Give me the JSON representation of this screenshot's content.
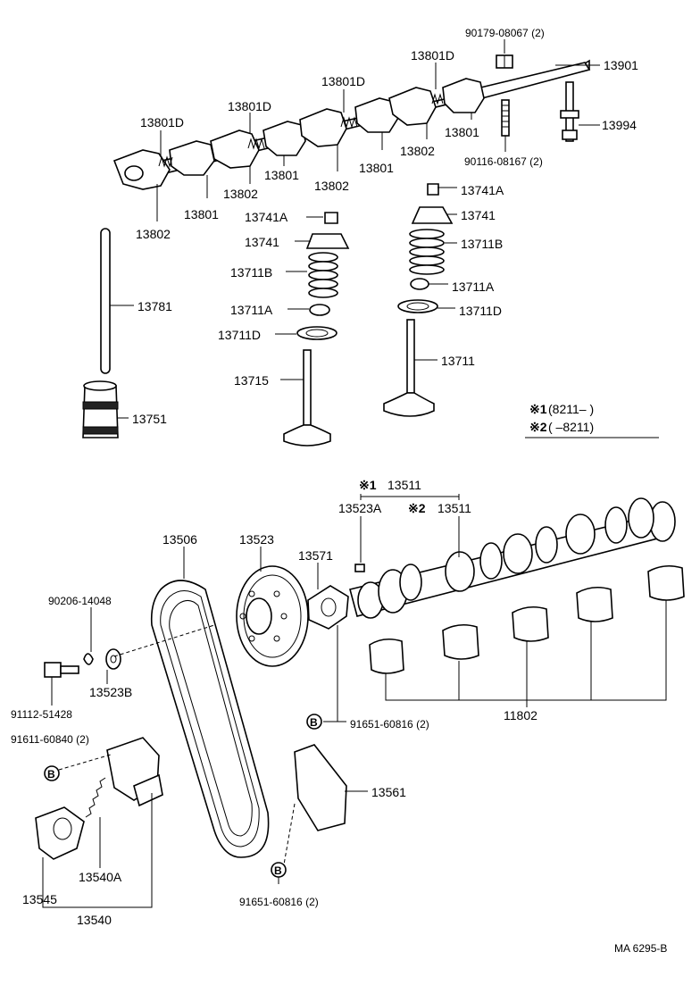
{
  "labels": {
    "p13901": "13901",
    "p90179": "90179-08067 (2)",
    "p13801D_a": "13801D",
    "p13801D_b": "13801D",
    "p13801D_c": "13801D",
    "p13801D_d": "13801D",
    "p13994": "13994",
    "p13801_a": "13801",
    "p13801_b": "13801",
    "p13801_c": "13801",
    "p13801_d": "13801",
    "p13802_a": "13802",
    "p13802_b": "13802",
    "p13802_c": "13802",
    "p13802_d": "13802",
    "p90116": "90116-08167 (2)",
    "p13741A_r": "13741A",
    "p13741A_l": "13741A",
    "p13741_r": "13741",
    "p13741_l": "13741",
    "p13711B_r": "13711B",
    "p13711B_l": "13711B",
    "p13711A_r": "13711A",
    "p13711A_l": "13711A",
    "p13711D_r": "13711D",
    "p13711D_l": "13711D",
    "p13781": "13781",
    "p13711": "13711",
    "p13715": "13715",
    "p13751": "13751",
    "p13511_1": "13511",
    "p13523A": "13523A",
    "p13511_2": "13511",
    "p13506": "13506",
    "p13523": "13523",
    "p13571": "13571",
    "p90206": "90206-14048",
    "p13523B": "13523B",
    "p91112": "91112-51428",
    "p11802": "11802",
    "p91651_a": "91651-60816 (2)",
    "p91611": "91611-60840 (2)",
    "p13561": "13561",
    "p13540A": "13540A",
    "p13545": "13545",
    "p13540": "13540",
    "p91651_b": "91651-60816 (2)",
    "footer": "MA  6295-B"
  },
  "legend": {
    "row1_mark": "※1",
    "row1_text": "(8211–       )",
    "row2_mark": "※2",
    "row2_text": "(          –8211)",
    "cam_mark1": "※1",
    "cam_mark2": "※2"
  },
  "bolt_marker": "B"
}
